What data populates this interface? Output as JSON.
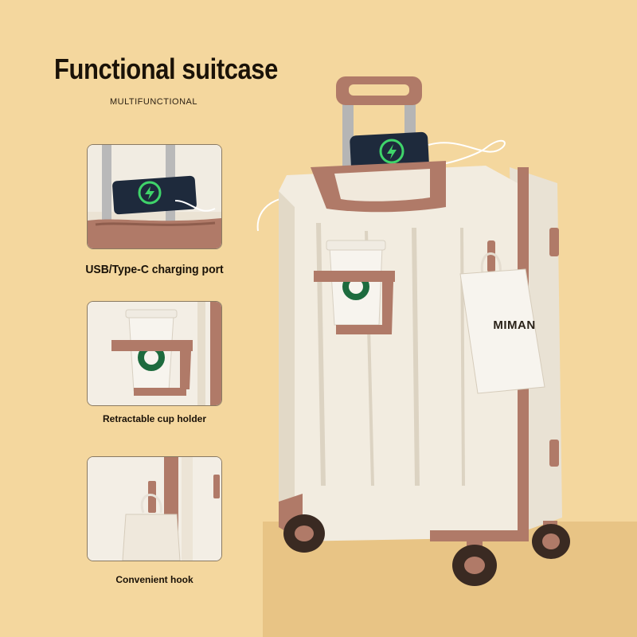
{
  "header": {
    "title": "Functional suitcase",
    "subtitle": "MULTIFUNCTIONAL"
  },
  "features": [
    {
      "caption": "USB/Type-C charging port",
      "icon": "usb-charging-icon"
    },
    {
      "caption": "Retractable cup holder",
      "icon": "cup-holder-icon"
    },
    {
      "caption": "Convenient hook",
      "icon": "hook-icon"
    }
  ],
  "product": {
    "bag_brand": "MIMAN",
    "colors": {
      "background": "#f4d79e",
      "shell": "#f2ece0",
      "accent": "#b07a68",
      "handle": "#b5b5b5",
      "wheel": "#3a2a22"
    }
  }
}
